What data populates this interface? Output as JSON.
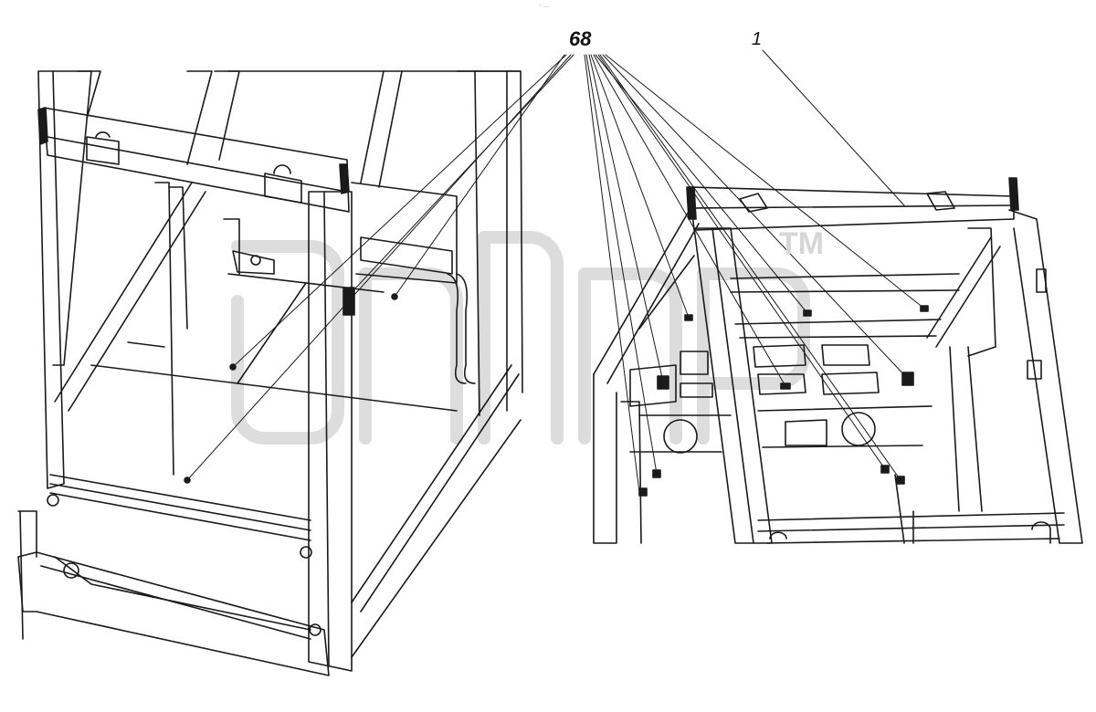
{
  "callouts": {
    "group_fasteners": "68",
    "cab_frame": "1"
  },
  "watermark": {
    "text": "ТМ",
    "color": "#d6d6d6"
  },
  "header_mark": "° —",
  "colors": {
    "line": "#1a1a1a",
    "background": "#ffffff"
  }
}
